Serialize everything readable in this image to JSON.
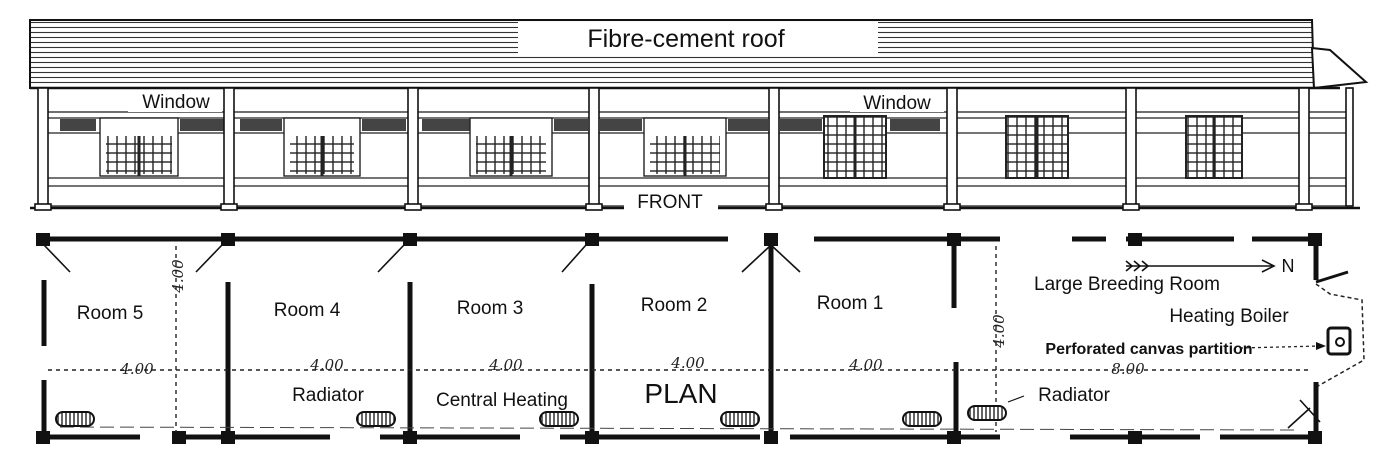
{
  "elevation": {
    "roof_label": "Fibre-cement roof",
    "window_labels": [
      "Window",
      "Window"
    ],
    "front_label": "FRONT"
  },
  "plan": {
    "title": "PLAN",
    "rooms": [
      "Room 5",
      "Room 4",
      "Room 3",
      "Room 2",
      "Room 1"
    ],
    "large_room": "Large Breeding Room",
    "north_mark": "N",
    "boiler": "Heating Boiler",
    "partition": "Perforated canvas partition",
    "radiator_labels": [
      "Radiator",
      "Radiator"
    ],
    "central_heating": "Central Heating",
    "dimensions": {
      "room_widths": [
        "4.00",
        "4.00",
        "4.00",
        "4.00",
        "4.00"
      ],
      "depth_left": "4.00",
      "depth_right": "4.00",
      "large_room_width": "8.00"
    }
  }
}
